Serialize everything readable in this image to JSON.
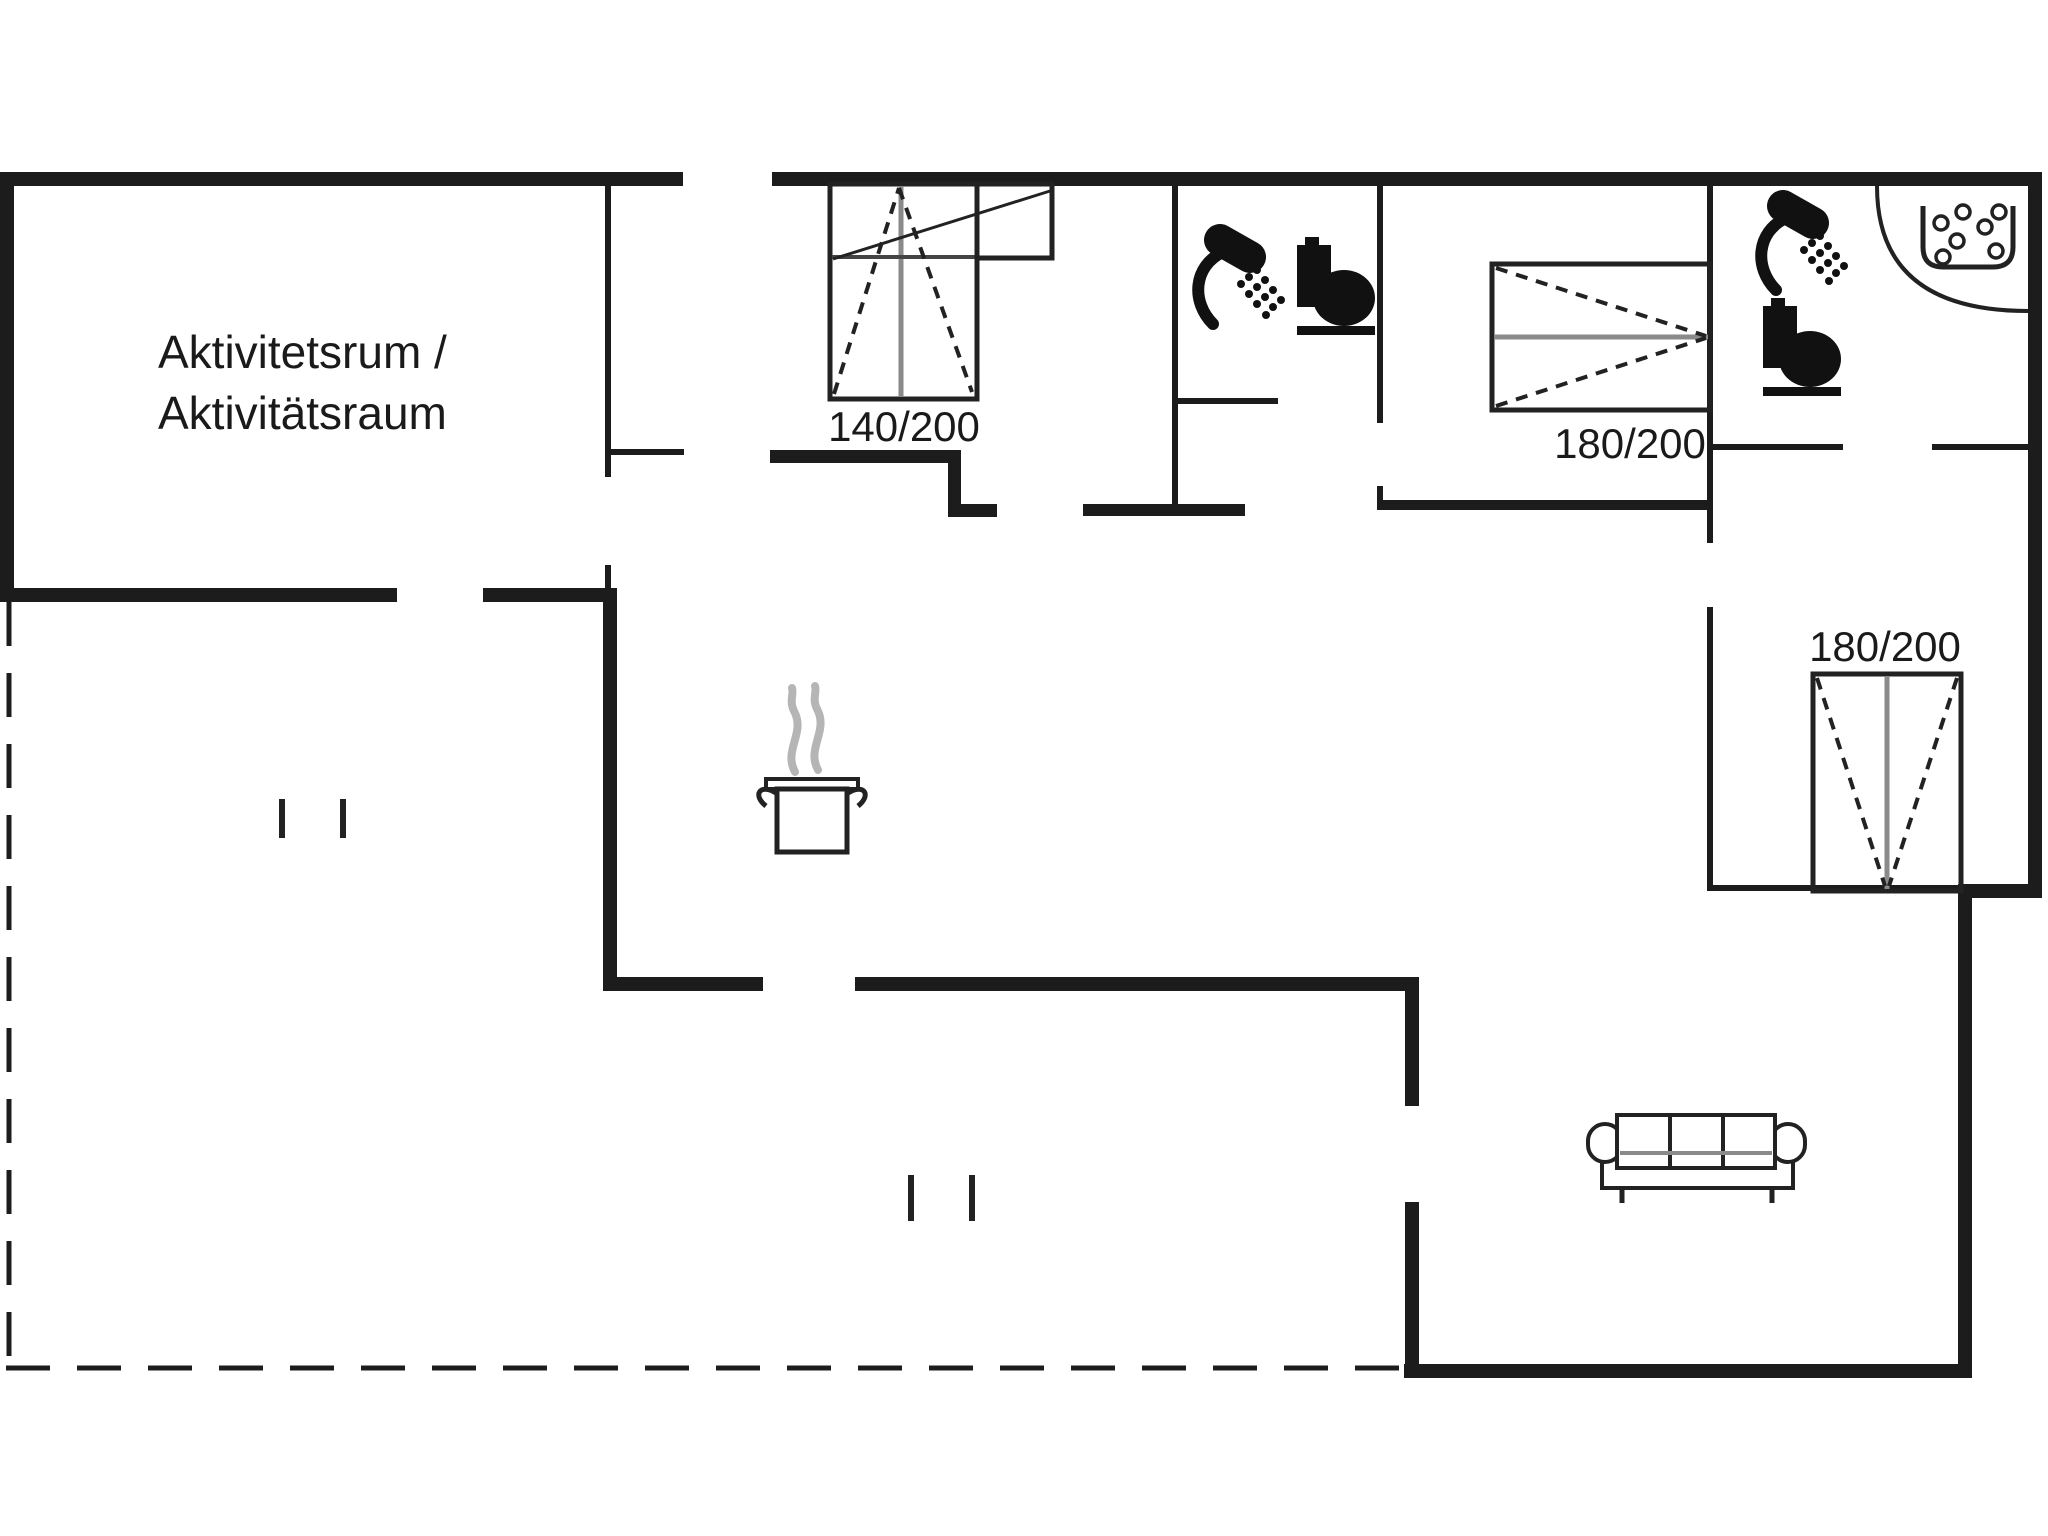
{
  "plan": {
    "type": "floor-plan",
    "background": "#ffffff",
    "colors": {
      "wall": "#1c1c1c",
      "thin_line": "#222222",
      "grey_inner_line": "#8a8a8a",
      "steam": "#b5b5b5",
      "text": "#1a1a1a"
    },
    "labels": {
      "activity_room_line1": "Aktivitetsrum /",
      "activity_room_line2": "Aktivitätsraum",
      "bed_small": "140/200",
      "bed_middle": "180/200",
      "bed_right": "180/200"
    },
    "icons": [
      "shower-icon (bathroom 1)",
      "toilet-icon (bathroom 1)",
      "shower-icon (bathroom 2)",
      "toilet-icon (bathroom 2)",
      "whirlpool-corner-bath-icon",
      "cooking-pot-steam-icon",
      "sofa-icon",
      "double-tick-opening-marks (x2)"
    ]
  }
}
